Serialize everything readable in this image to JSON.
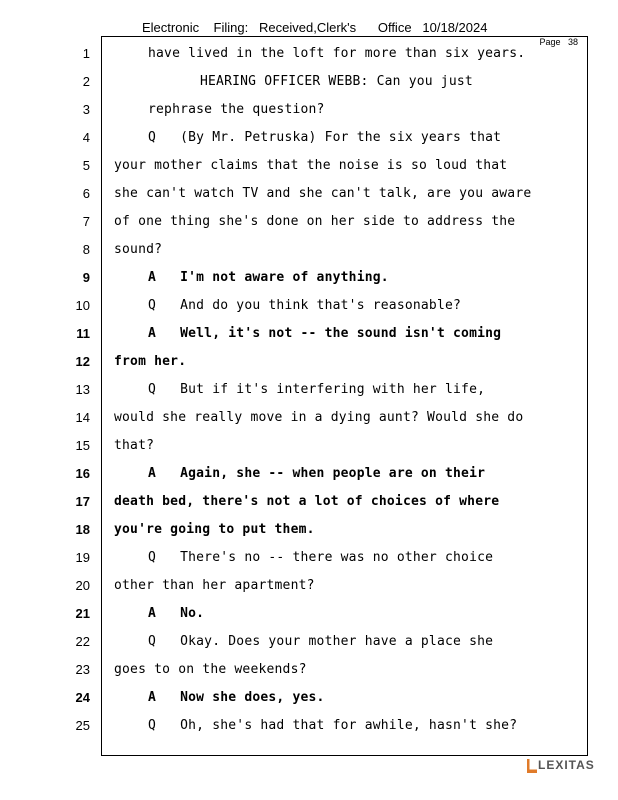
{
  "header": {
    "filing_stamp": "Electronic    Filing:   Received,Clerk's      Office   10/18/2024"
  },
  "page_label": "Page   38",
  "lines": [
    {
      "n": "1",
      "text": "have lived in the loft for more than six years.",
      "bold": false,
      "indent": 1
    },
    {
      "n": "2",
      "text": "HEARING OFFICER WEBB: Can you just",
      "bold": false,
      "indent": 2
    },
    {
      "n": "3",
      "text": "rephrase the question?",
      "bold": false,
      "indent": 1
    },
    {
      "n": "4",
      "text": "Q   (By Mr. Petruska) For the six years that",
      "bold": false,
      "indent": 1
    },
    {
      "n": "5",
      "text": "your mother claims that the noise is so loud that",
      "bold": false,
      "indent": 0
    },
    {
      "n": "6",
      "text": "she can't watch TV and she can't talk, are you aware",
      "bold": false,
      "indent": 0
    },
    {
      "n": "7",
      "text": "of one thing she's done on her side to address the",
      "bold": false,
      "indent": 0
    },
    {
      "n": "8",
      "text": "sound?",
      "bold": false,
      "indent": 0
    },
    {
      "n": "9",
      "text": "A   I'm not aware of anything.",
      "bold": true,
      "indent": 1
    },
    {
      "n": "10",
      "text": "Q   And do you think that's reasonable?",
      "bold": false,
      "indent": 1
    },
    {
      "n": "11",
      "text": "A   Well, it's not -- the sound isn't coming",
      "bold": true,
      "indent": 1
    },
    {
      "n": "12",
      "text": "from her.",
      "bold": true,
      "indent": 0
    },
    {
      "n": "13",
      "text": "Q   But if it's interfering with her life,",
      "bold": false,
      "indent": 1
    },
    {
      "n": "14",
      "text": "would she really move in a dying aunt? Would she do",
      "bold": false,
      "indent": 0
    },
    {
      "n": "15",
      "text": "that?",
      "bold": false,
      "indent": 0
    },
    {
      "n": "16",
      "text": "A   Again, she -- when people are on their",
      "bold": true,
      "indent": 1
    },
    {
      "n": "17",
      "text": "death bed, there's not a lot of choices of where",
      "bold": true,
      "indent": 0
    },
    {
      "n": "18",
      "text": "you're going to put them.",
      "bold": true,
      "indent": 0
    },
    {
      "n": "19",
      "text": "Q   There's no -- there was no other choice",
      "bold": false,
      "indent": 1
    },
    {
      "n": "20",
      "text": "other than her apartment?",
      "bold": false,
      "indent": 0
    },
    {
      "n": "21",
      "text": "A   No.",
      "bold": true,
      "indent": 1
    },
    {
      "n": "22",
      "text": "Q   Okay. Does your mother have a place she",
      "bold": false,
      "indent": 1
    },
    {
      "n": "23",
      "text": "goes to on the weekends?",
      "bold": false,
      "indent": 0
    },
    {
      "n": "24",
      "text": "A   Now she does, yes.",
      "bold": true,
      "indent": 1
    },
    {
      "n": "25",
      "text": "Q   Oh, she's had that for awhile, hasn't she?",
      "bold": false,
      "indent": 1
    }
  ],
  "footer": {
    "logo_text": "LEXITAS",
    "logo_color": "#555555",
    "logo_accent": "#e07b2a",
    "logo_icon": "lexitas-logo-icon"
  }
}
